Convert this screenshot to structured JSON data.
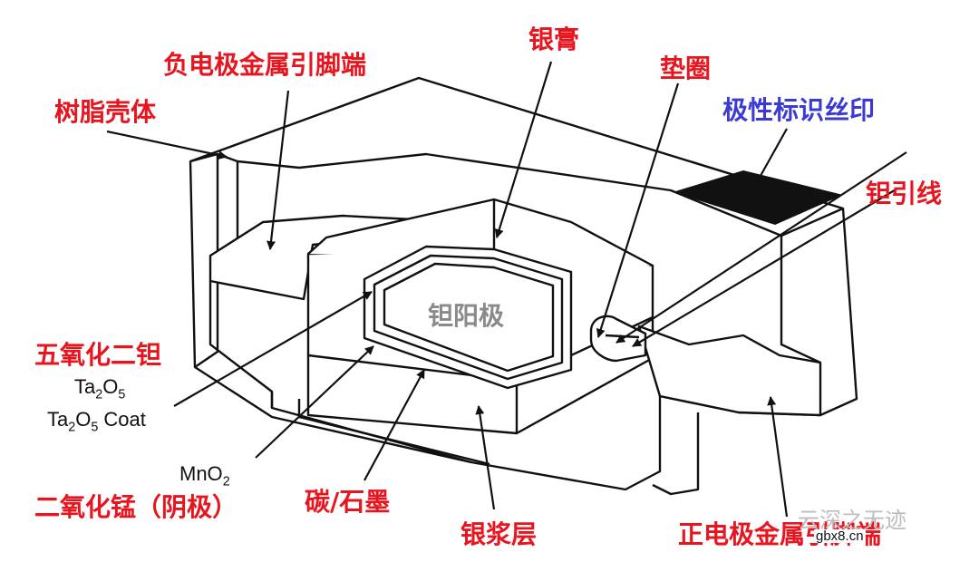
{
  "labels": {
    "resin_body": "树脂壳体",
    "negative_terminal": "负电极金属引脚端",
    "silver_paste_cap": "银膏",
    "gasket": "垫圈",
    "polarity_marking": "极性标识丝印",
    "tantalum_wire": "钽引线",
    "tantalum_anode": "钽阳极",
    "tantalum_pentoxide_cn": "五氧化二钽",
    "ta2o5_a": "Ta",
    "ta2o5_b": "2",
    "ta2o5_c": "O",
    "ta2o5_d": "5",
    "ta2o5_coat_tail": " Coat",
    "mno2_a": "MnO",
    "mno2_b": "2",
    "manganese_dioxide_cathode": "二氧化锰（阴极）",
    "carbon_graphite": "碳/石墨",
    "silver_paste_layer": "银浆层",
    "positive_terminal": "正电极金属引脚端"
  },
  "watermark": {
    "text": "云深之无迹",
    "site": "gbx8.cn"
  },
  "colors": {
    "label_red": "#e8141e",
    "label_blue": "#3b3bd4",
    "outline": "#111111",
    "marking_fill": "#111111"
  }
}
